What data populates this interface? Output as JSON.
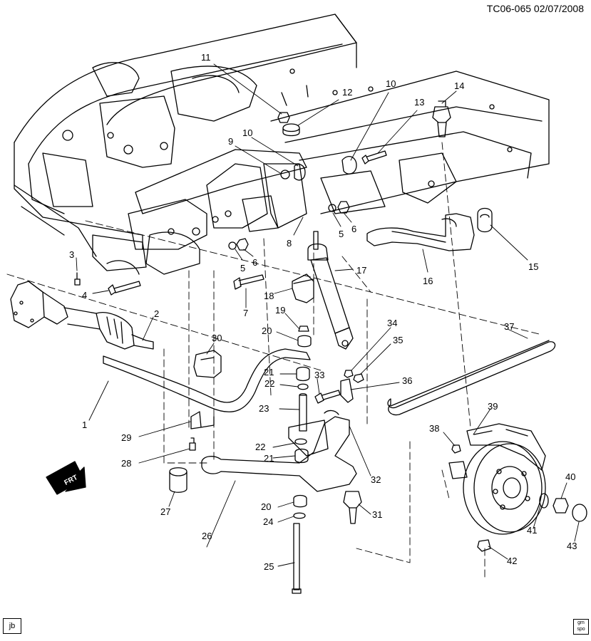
{
  "document": {
    "code": "TC06-065  02/07/2008",
    "initials": "jb",
    "logo_text": "gm spo"
  },
  "direction_arrow": {
    "label": "FRT"
  },
  "callouts": [
    {
      "id": "c11",
      "text": "11"
    },
    {
      "id": "c12",
      "text": "12"
    },
    {
      "id": "c10a",
      "text": "10"
    },
    {
      "id": "c13",
      "text": "13"
    },
    {
      "id": "c14",
      "text": "14"
    },
    {
      "id": "c9",
      "text": "9"
    },
    {
      "id": "c10b",
      "text": "10"
    },
    {
      "id": "c3",
      "text": "3"
    },
    {
      "id": "c4",
      "text": "4"
    },
    {
      "id": "c5a",
      "text": "5"
    },
    {
      "id": "c6a",
      "text": "6"
    },
    {
      "id": "c5b",
      "text": "5"
    },
    {
      "id": "c6b",
      "text": "6"
    },
    {
      "id": "c8",
      "text": "8"
    },
    {
      "id": "c7",
      "text": "7"
    },
    {
      "id": "c15",
      "text": "15"
    },
    {
      "id": "c16",
      "text": "16"
    },
    {
      "id": "c17",
      "text": "17"
    },
    {
      "id": "c18",
      "text": "18"
    },
    {
      "id": "c19",
      "text": "19"
    },
    {
      "id": "c2",
      "text": "2"
    },
    {
      "id": "c20a",
      "text": "20"
    },
    {
      "id": "c30",
      "text": "30"
    },
    {
      "id": "c34",
      "text": "34"
    },
    {
      "id": "c35",
      "text": "35"
    },
    {
      "id": "c37",
      "text": "37"
    },
    {
      "id": "c21a",
      "text": "21"
    },
    {
      "id": "c22a",
      "text": "22"
    },
    {
      "id": "c33",
      "text": "33"
    },
    {
      "id": "c36",
      "text": "36"
    },
    {
      "id": "c1",
      "text": "1"
    },
    {
      "id": "c23",
      "text": "23"
    },
    {
      "id": "c29",
      "text": "29"
    },
    {
      "id": "c39",
      "text": "39"
    },
    {
      "id": "c38",
      "text": "38"
    },
    {
      "id": "c22b",
      "text": "22"
    },
    {
      "id": "c21b",
      "text": "21"
    },
    {
      "id": "c28",
      "text": "28"
    },
    {
      "id": "c32",
      "text": "32"
    },
    {
      "id": "c40",
      "text": "40"
    },
    {
      "id": "c27",
      "text": "27"
    },
    {
      "id": "c20b",
      "text": "20"
    },
    {
      "id": "c31",
      "text": "31"
    },
    {
      "id": "c24",
      "text": "24"
    },
    {
      "id": "c26",
      "text": "26"
    },
    {
      "id": "c41",
      "text": "41"
    },
    {
      "id": "c43",
      "text": "43"
    },
    {
      "id": "c42",
      "text": "42"
    },
    {
      "id": "c25",
      "text": "25"
    }
  ]
}
